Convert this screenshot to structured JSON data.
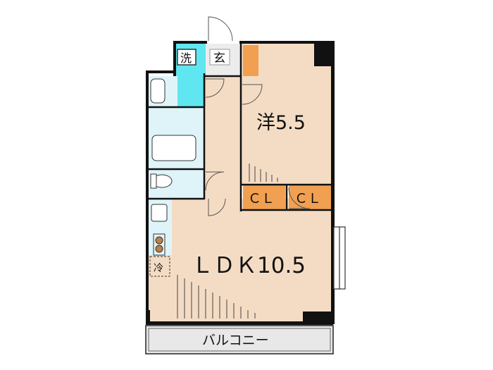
{
  "rooms": {
    "western": "洋5.5",
    "ldk": "ＬＤＫ10.5",
    "closet_1": "ＣＬ",
    "closet_2": "ＣＬ",
    "balcony": "バルコニー",
    "entrance": "玄",
    "washer": "洗",
    "fridge": "冷"
  },
  "colors": {
    "wall": "#111111",
    "floor": "#f4dcc4",
    "wet_area": "#dff4f8",
    "washer_area": "#5fe6f0",
    "closet": "#f0a050",
    "balcony": "#e8e8e8",
    "hall": "#f4dcc4"
  }
}
